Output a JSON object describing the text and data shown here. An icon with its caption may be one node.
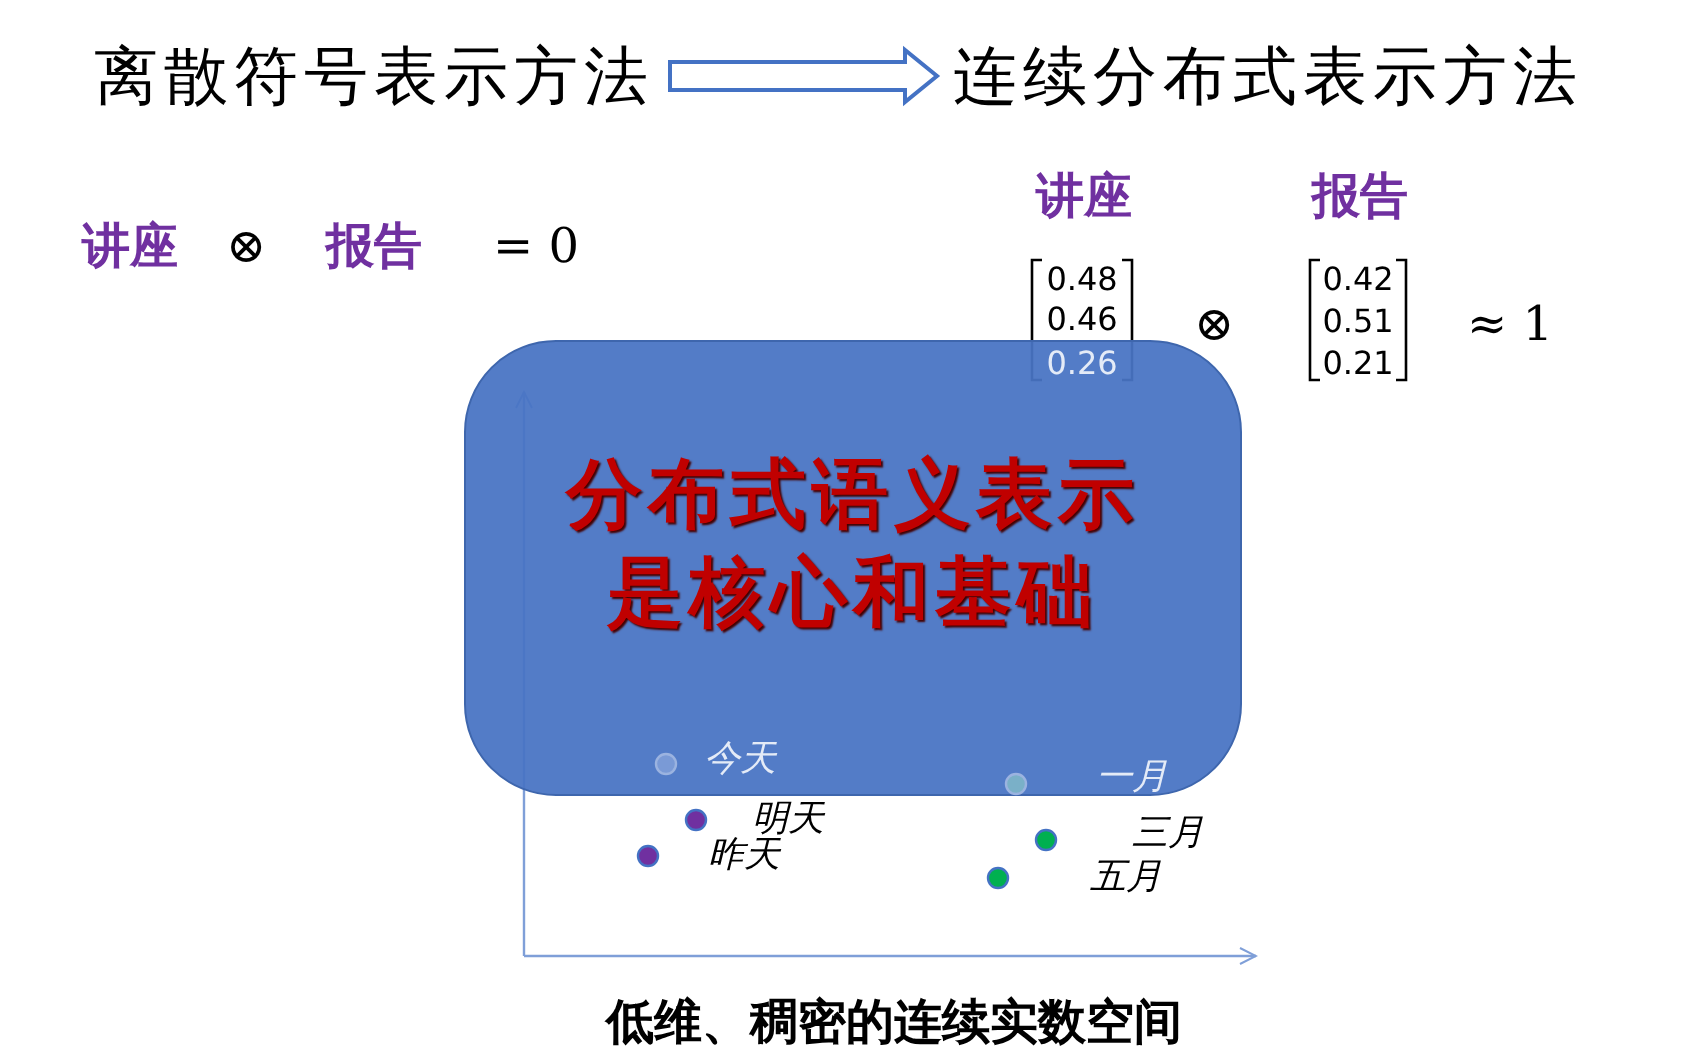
{
  "diagram": {
    "nodes": [
      {
        "text": [
          "离散符号表示方法"
        ]
      },
      {
        "text": [
          "连续分布式表示方法"
        ]
      },
      {
        "text": [
          "分布式语义表示是核心和基础"
        ]
      }
    ],
    "edges": [
      {
        "from": 0,
        "to": 1,
        "arrow": "to"
      }
    ],
    "labels": [
      "讲座",
      "报告",
      "讲座",
      "⊗",
      "报告",
      "= 0",
      "0.48",
      "0.46",
      "0.26",
      "⊗",
      "0.42",
      "0.51",
      "0.21",
      "≈ 1",
      "今天",
      "一月",
      "明天",
      "三月",
      "昨天",
      "五月",
      "低维、稠密的连续实数空间"
    ]
  }
}
